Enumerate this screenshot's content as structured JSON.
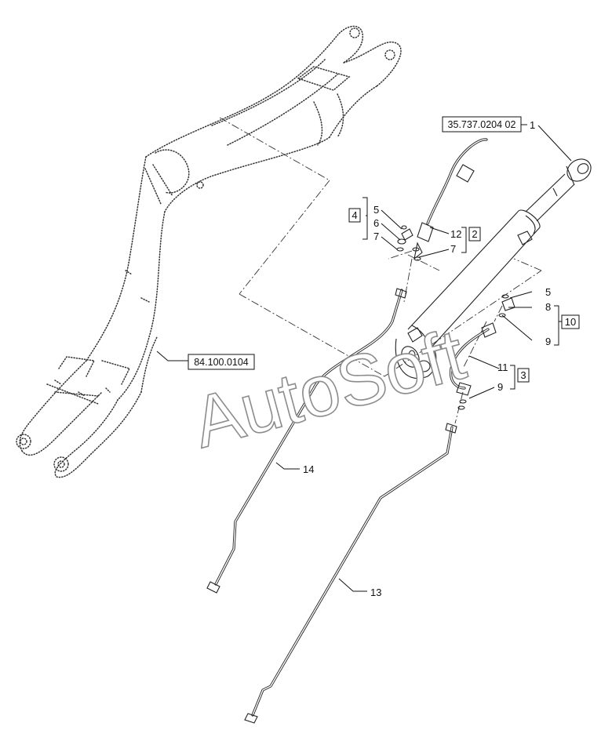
{
  "refs": {
    "cylinder_ref": "35.737.0204 02",
    "arm_ref": "84.100.0104"
  },
  "watermark": "AutoSoft",
  "callouts": {
    "c1": "1",
    "c5a": "5",
    "c6": "6",
    "c7a": "7",
    "c12": "12",
    "c7b": "7",
    "c5b": "5",
    "c8": "8",
    "c9a": "9",
    "c11": "11",
    "c9b": "9",
    "c14": "14",
    "c13": "13"
  },
  "kits": {
    "k4": "4",
    "k2": "2",
    "k10": "10",
    "k3": "3"
  }
}
